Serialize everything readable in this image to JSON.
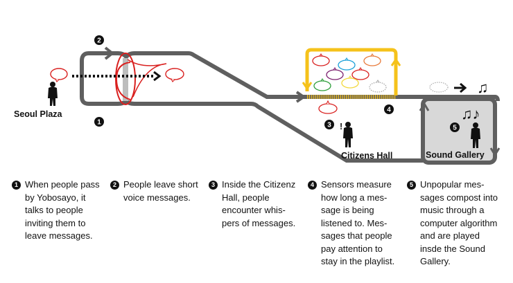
{
  "labels": {
    "seoul_plaza": "Seoul Plaza",
    "citizens_hall": "Citizens Hall",
    "sound_gallery": "Sound Gallery",
    "exclamation": "!"
  },
  "markers": [
    "1",
    "2",
    "3",
    "4",
    "5"
  ],
  "colors": {
    "path": "#5f5f5f",
    "yobosayo": "#d9201f",
    "playlist_loop": "#f5c21b",
    "gallery_fill": "#d8d8d8"
  },
  "playlist_bubbles": [
    "#d9201f",
    "#1aa0d8",
    "#e87a3a",
    "#7b1f6e",
    "#d9201f",
    "#2e9e3a",
    "#f2d83a",
    "#aaaaaa"
  ],
  "captions": [
    {
      "num": "1",
      "text": "When people pass\nby Yobosayo, it\ntalks to people\ninviting them to\nleave messages."
    },
    {
      "num": "2",
      "text": "People leave short\nvoice messages."
    },
    {
      "num": "3",
      "text": "Inside the Citizenz\nHall, people\nencounter whis-\npers of messages."
    },
    {
      "num": "4",
      "text": "Sensors measure\nhow long a mes-\nsage is being\nlistened to. Mes-\nsages that people\npay attention to\nstay in the playlist."
    },
    {
      "num": "5",
      "text": "Unpopular mes-\nsages compost into\nmusic through a\ncomputer algorithm\nand are played\ninsde the Sound\nGallery."
    }
  ]
}
